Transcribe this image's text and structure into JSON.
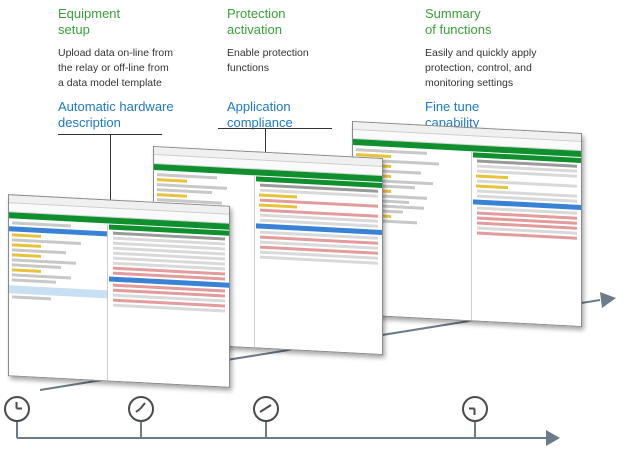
{
  "columns": [
    {
      "green_heading": [
        "Equipment",
        "setup"
      ],
      "body": [
        "Upload data on-line from",
        "the relay or off-line from",
        "a data model template"
      ],
      "blue_heading": [
        "Automatic hardware",
        "description"
      ]
    },
    {
      "green_heading": [
        "Protection",
        "activation"
      ],
      "body": [
        "Enable protection",
        "functions"
      ],
      "blue_heading": [
        "Application",
        "compliance"
      ]
    },
    {
      "green_heading": [
        "Summary",
        "of functions"
      ],
      "body": [
        "Easily and quickly apply",
        "protection, control, and",
        "monitoring settings"
      ],
      "blue_heading": [
        "Fine tune",
        "capability"
      ]
    }
  ],
  "colors": {
    "green": "#3aa13a",
    "blue": "#1d79c2",
    "app_green": "#0f8f2d",
    "timeline": "#6b7b8a"
  },
  "icons": [
    "clock-icon",
    "arrow-right-icon"
  ]
}
